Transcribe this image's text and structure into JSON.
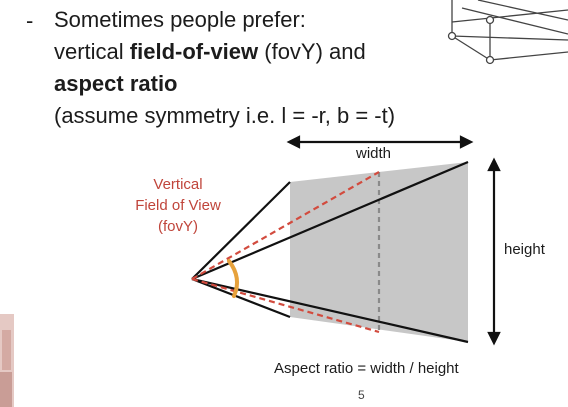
{
  "slide": {
    "bullet": "-",
    "line1": "Sometimes people prefer:",
    "line2_pre": "vertical ",
    "line2_bold": "field-of-view",
    "line2_post": " (fovY) and",
    "line3_bold": "aspect ratio",
    "line4": "(assume symmetry i.e. l = -r, b = -t)"
  },
  "diagram": {
    "fov_label_1": "Vertical",
    "fov_label_2": "Field of View",
    "fov_label_3": "(fovY)",
    "width_label": "width",
    "height_label": "height",
    "aspect_label": "Aspect ratio = width / height"
  },
  "page_number": "5",
  "colors": {
    "dashed_red": "#d24b3e",
    "fov_arc": "#e7a23c",
    "plane_fill": "#c7c7c7",
    "centerline": "#8a8a8a"
  }
}
